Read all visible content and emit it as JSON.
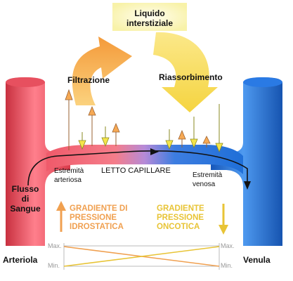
{
  "labels": {
    "interstitial_line1": "Liquido",
    "interstitial_line2": "interstiziale",
    "filtration": "Filtrazione",
    "reabsorption": "Riassorbimento",
    "capillary_bed": "LETTO CAPILLARE",
    "arterial_end_line1": "Estremità",
    "arterial_end_line2": "arteriosa",
    "venous_end_line1": "Estremità",
    "venous_end_line2": "venosa",
    "blood_flow_line1": "Flusso",
    "blood_flow_line2": "di",
    "blood_flow_line3": "Sangue",
    "hydrostatic_line1": "GRADIENTE DI",
    "hydrostatic_line2": "PRESSIONE",
    "hydrostatic_line3": "IDROSTATICA",
    "oncotic_line1": "GRADIENTE",
    "oncotic_line2": "PRESSIONE",
    "oncotic_line3": "ONCOTICA",
    "arteriole": "Arteriola",
    "venule": "Venula",
    "max_left": "Max.",
    "min_left": "Min.",
    "max_right": "Max.",
    "min_right": "Min."
  },
  "colors": {
    "arteriole": "#ef5a6a",
    "venule": "#1f6fd8",
    "hydrostatic": "#f0a050",
    "oncotic": "#e8c436",
    "filtration_arrow": "#f6a94a",
    "reabsorption_arrow": "#f6da52",
    "interstitial_box": "#fdf9c8"
  }
}
